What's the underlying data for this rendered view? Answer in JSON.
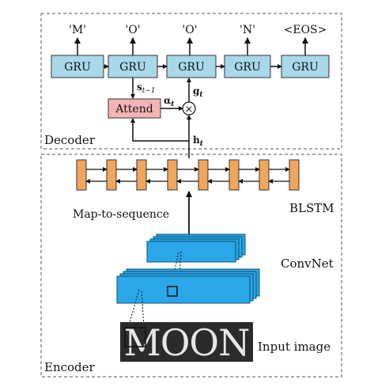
{
  "decoder": {
    "label": "Decoder",
    "outputs": [
      "'M'",
      "'O'",
      "'O'",
      "'N'",
      "<EOS>"
    ],
    "gru_label": "GRU",
    "attend_label": "Attend",
    "state_label": "s",
    "state_subscript": "t−1",
    "alpha_label": "α",
    "alpha_subscript": "t",
    "g_label": "g",
    "g_subscript": "t",
    "h_label": "h",
    "h_subscript": "t",
    "combine_symbol": "×"
  },
  "encoder": {
    "label": "Encoder",
    "blstm_label": "BLSTM",
    "map_label": "Map-to-sequence",
    "convnet_label": "ConvNet",
    "input_label": "Input image",
    "input_text": "MOON"
  },
  "colors": {
    "gru_fill": "#a8d8ea",
    "attend_fill": "#f4b4b4",
    "lstm_fill": "#f2a65a",
    "conv_fill": "#2aa7e8",
    "image_bg": "#2b2b2b"
  }
}
